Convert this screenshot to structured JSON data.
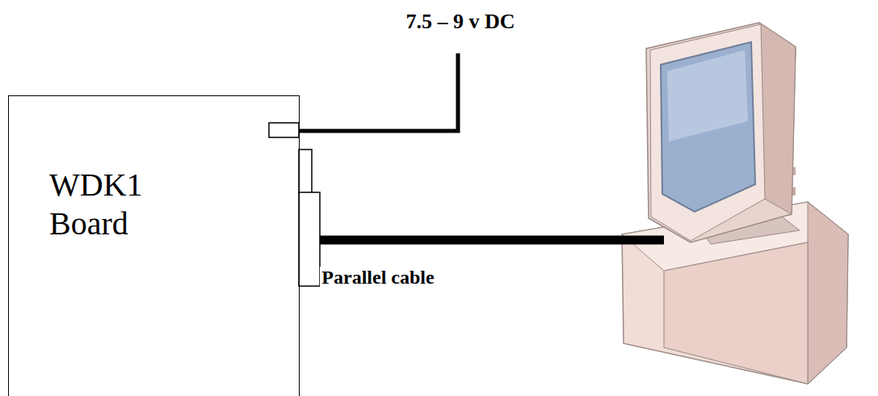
{
  "diagram": {
    "nodes": [
      {
        "text": [
          "WDK1 Board"
        ]
      }
    ],
    "labels": [
      "7.5 – 9 v DC",
      "Parallel cable"
    ]
  }
}
